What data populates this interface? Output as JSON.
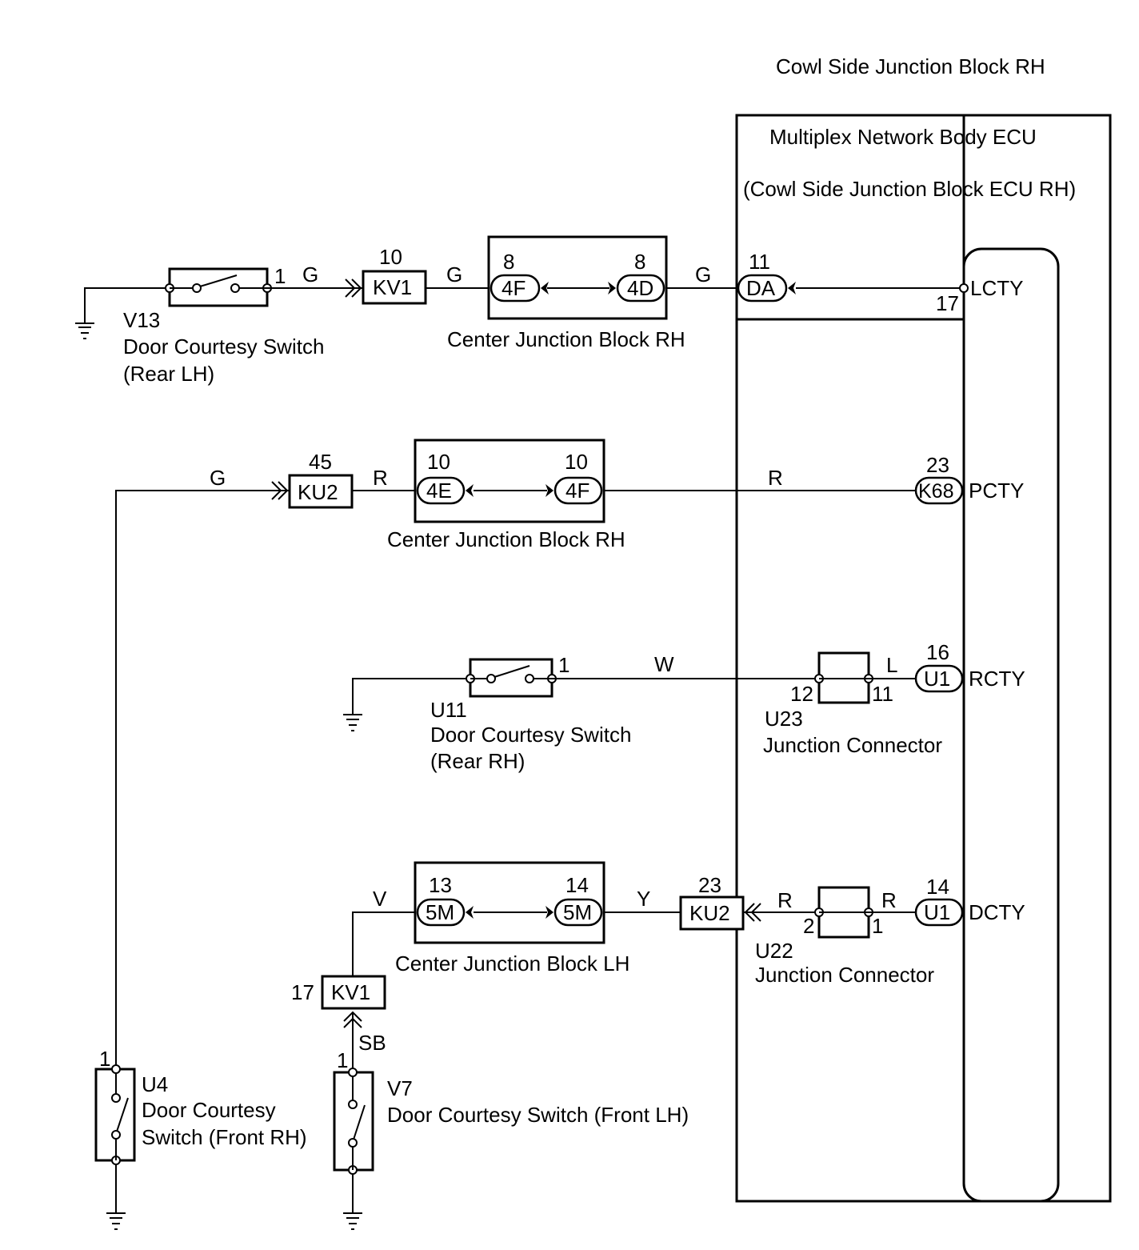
{
  "header": {
    "block_title": "Cowl Side Junction Block RH"
  },
  "ecu": {
    "name": "Multiplex Network Body ECU",
    "sub": "(Cowl Side Junction Block ECU RH)",
    "da_pin": "11",
    "da": "DA",
    "pin_lcty": "17",
    "lcty": "LCTY",
    "k68_pin": "23",
    "k68": "K68",
    "pcty": "PCTY",
    "u1a_pin": "16",
    "u1a": "U1",
    "rcty": "RCTY",
    "u1b_pin": "14",
    "u1b": "U1",
    "dcty": "DCTY"
  },
  "row1": {
    "sw_pin": "1",
    "wire1": "G",
    "conn_pin": "10",
    "conn": "KV1",
    "wire2": "G",
    "cjb_pin_a": "8",
    "cjb_a": "4F",
    "cjb_pin_b": "8",
    "cjb_b": "4D",
    "cjb_name": "Center Junction Block RH",
    "wire3": "G",
    "sw_code": "V13",
    "sw_name": "Door Courtesy Switch",
    "sw_pos": "(Rear LH)"
  },
  "row2": {
    "wire1": "G",
    "conn_pin": "45",
    "conn": "KU2",
    "wire2": "R",
    "cjb_pin_a": "10",
    "cjb_a": "4E",
    "cjb_pin_b": "10",
    "cjb_b": "4F",
    "cjb_name": "Center Junction Block RH",
    "wire3": "R"
  },
  "row3": {
    "sw_pin": "1",
    "wire1": "W",
    "jc_pin_a": "12",
    "jc_pin_b": "11",
    "wire2": "L",
    "sw_code": "U11",
    "sw_name": "Door Courtesy Switch",
    "sw_pos": "(Rear RH)",
    "jc_code": "U23",
    "jc_name": "Junction Connector"
  },
  "row4": {
    "wire1": "V",
    "cjb_pin_a": "13",
    "cjb_a": "5M",
    "cjb_pin_b": "14",
    "cjb_b": "5M",
    "cjb_name": "Center Junction Block LH",
    "wire2": "Y",
    "conn_pin": "23",
    "conn": "KU2",
    "wire3": "R",
    "jc_pin_a": "2",
    "jc_pin_b": "1",
    "wire4": "R",
    "jc_code": "U22",
    "jc_name": "Junction Connector",
    "kv1_pin": "17",
    "kv1": "KV1",
    "wire5": "SB"
  },
  "front_rh": {
    "pin": "1",
    "code": "U4",
    "line1": "Door Courtesy",
    "line2": "Switch (Front RH)"
  },
  "front_lh": {
    "pin": "1",
    "code": "V7",
    "name": "Door Courtesy Switch (Front LH)"
  }
}
